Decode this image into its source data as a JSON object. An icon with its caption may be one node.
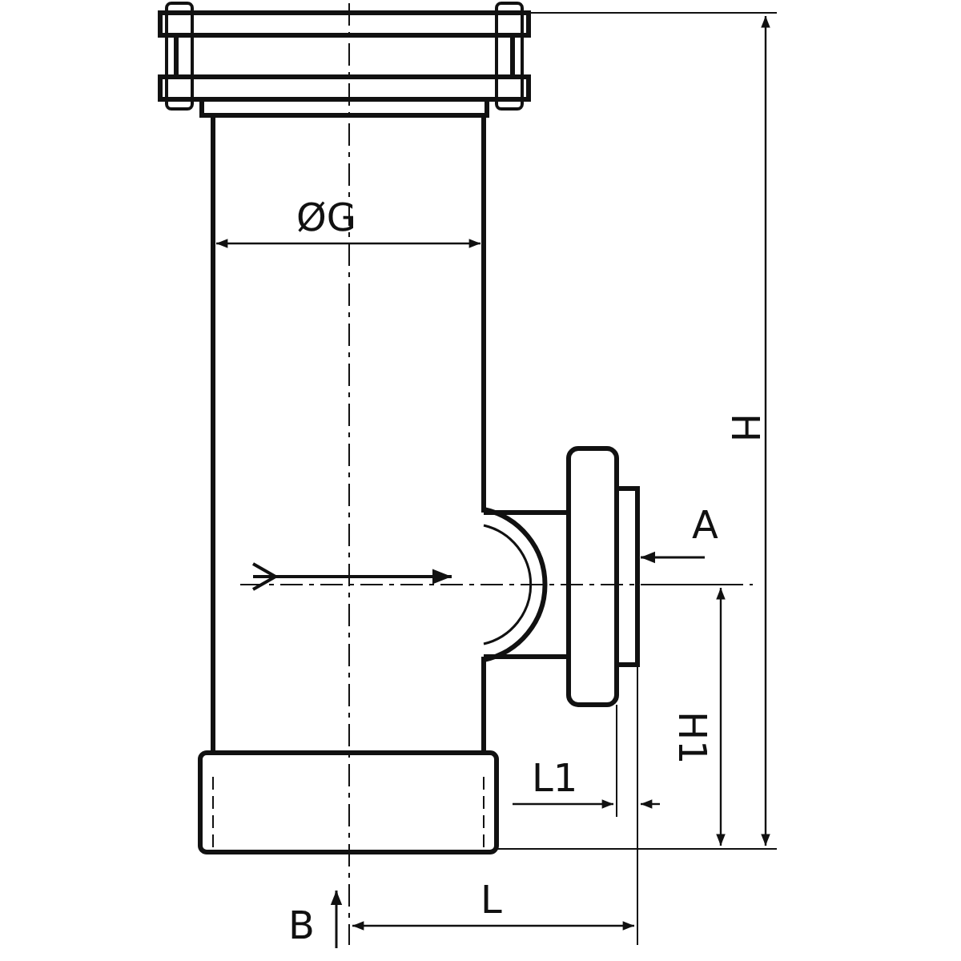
{
  "diagram": {
    "labels": [
      "ØG",
      "H",
      "A",
      "H1",
      "L1",
      "B",
      "L"
    ]
  }
}
